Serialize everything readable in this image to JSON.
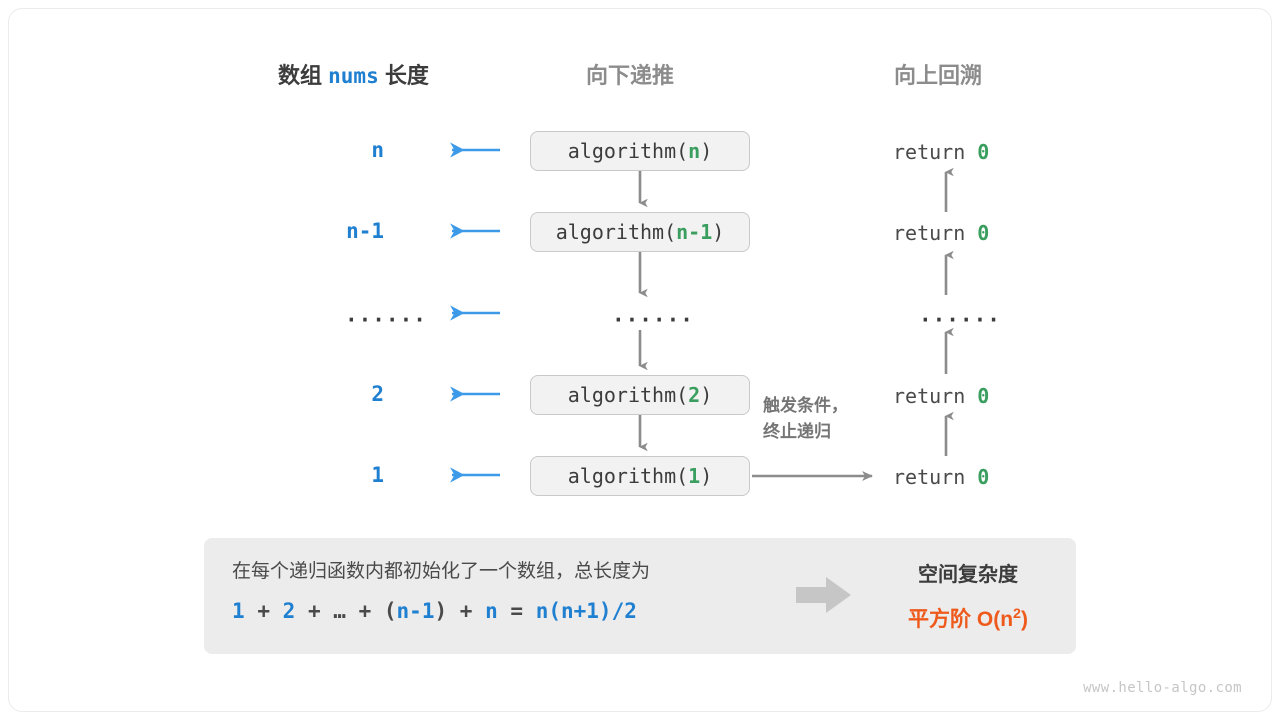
{
  "headers": {
    "left_prefix": "数组",
    "left_mono": "nums",
    "left_suffix": "长度",
    "middle": "向下递推",
    "right": "向上回溯"
  },
  "rows": [
    {
      "size": "n",
      "call_prefix": "algorithm(",
      "call_arg": "n",
      "call_suffix": ")",
      "return_text": "return",
      "return_value": "0"
    },
    {
      "size": "n-1",
      "call_prefix": "algorithm(",
      "call_arg": "n-1",
      "call_suffix": ")",
      "return_text": "return",
      "return_value": "0"
    },
    {
      "size": "······",
      "call_prefix": "",
      "call_arg": "······",
      "call_suffix": "",
      "return_text": "······",
      "return_value": ""
    },
    {
      "size": "2",
      "call_prefix": "algorithm(",
      "call_arg": "2",
      "call_suffix": ")",
      "return_text": "return",
      "return_value": "0"
    },
    {
      "size": "1",
      "call_prefix": "algorithm(",
      "call_arg": "1",
      "call_suffix": ")",
      "return_text": "return",
      "return_value": "0"
    }
  ],
  "trigger_note": {
    "line1": "触发条件，",
    "line2": "终止递归"
  },
  "summary": {
    "description": "在每个递归函数内都初始化了一个数组，总长度为",
    "formula": {
      "t1": "1",
      "op1": "+",
      "t2": "2",
      "op2": "+",
      "ellipsis": "…",
      "op3": "+",
      "lparen": "(",
      "t3": "n-1",
      "rparen": ")",
      "op4": "+",
      "t4": "n",
      "eq": "=",
      "result": "n(n+1)/2"
    },
    "complexity_title": "空间复杂度",
    "complexity_order": "平方阶",
    "complexity_big_o_prefix": "O(n",
    "complexity_big_o_exp": "2",
    "complexity_big_o_suffix": ")"
  },
  "watermark": "www.hello-algo.com",
  "colors": {
    "blue": "#1f7fd0",
    "green": "#3a9e5e",
    "orange": "#ee5a1c",
    "gray_arrow": "#8c8c8c",
    "blue_arrow": "#3d9ae8",
    "box_fill": "#f2f2f2",
    "box_border": "#c9c9c9",
    "panel_fill": "#ececec"
  }
}
